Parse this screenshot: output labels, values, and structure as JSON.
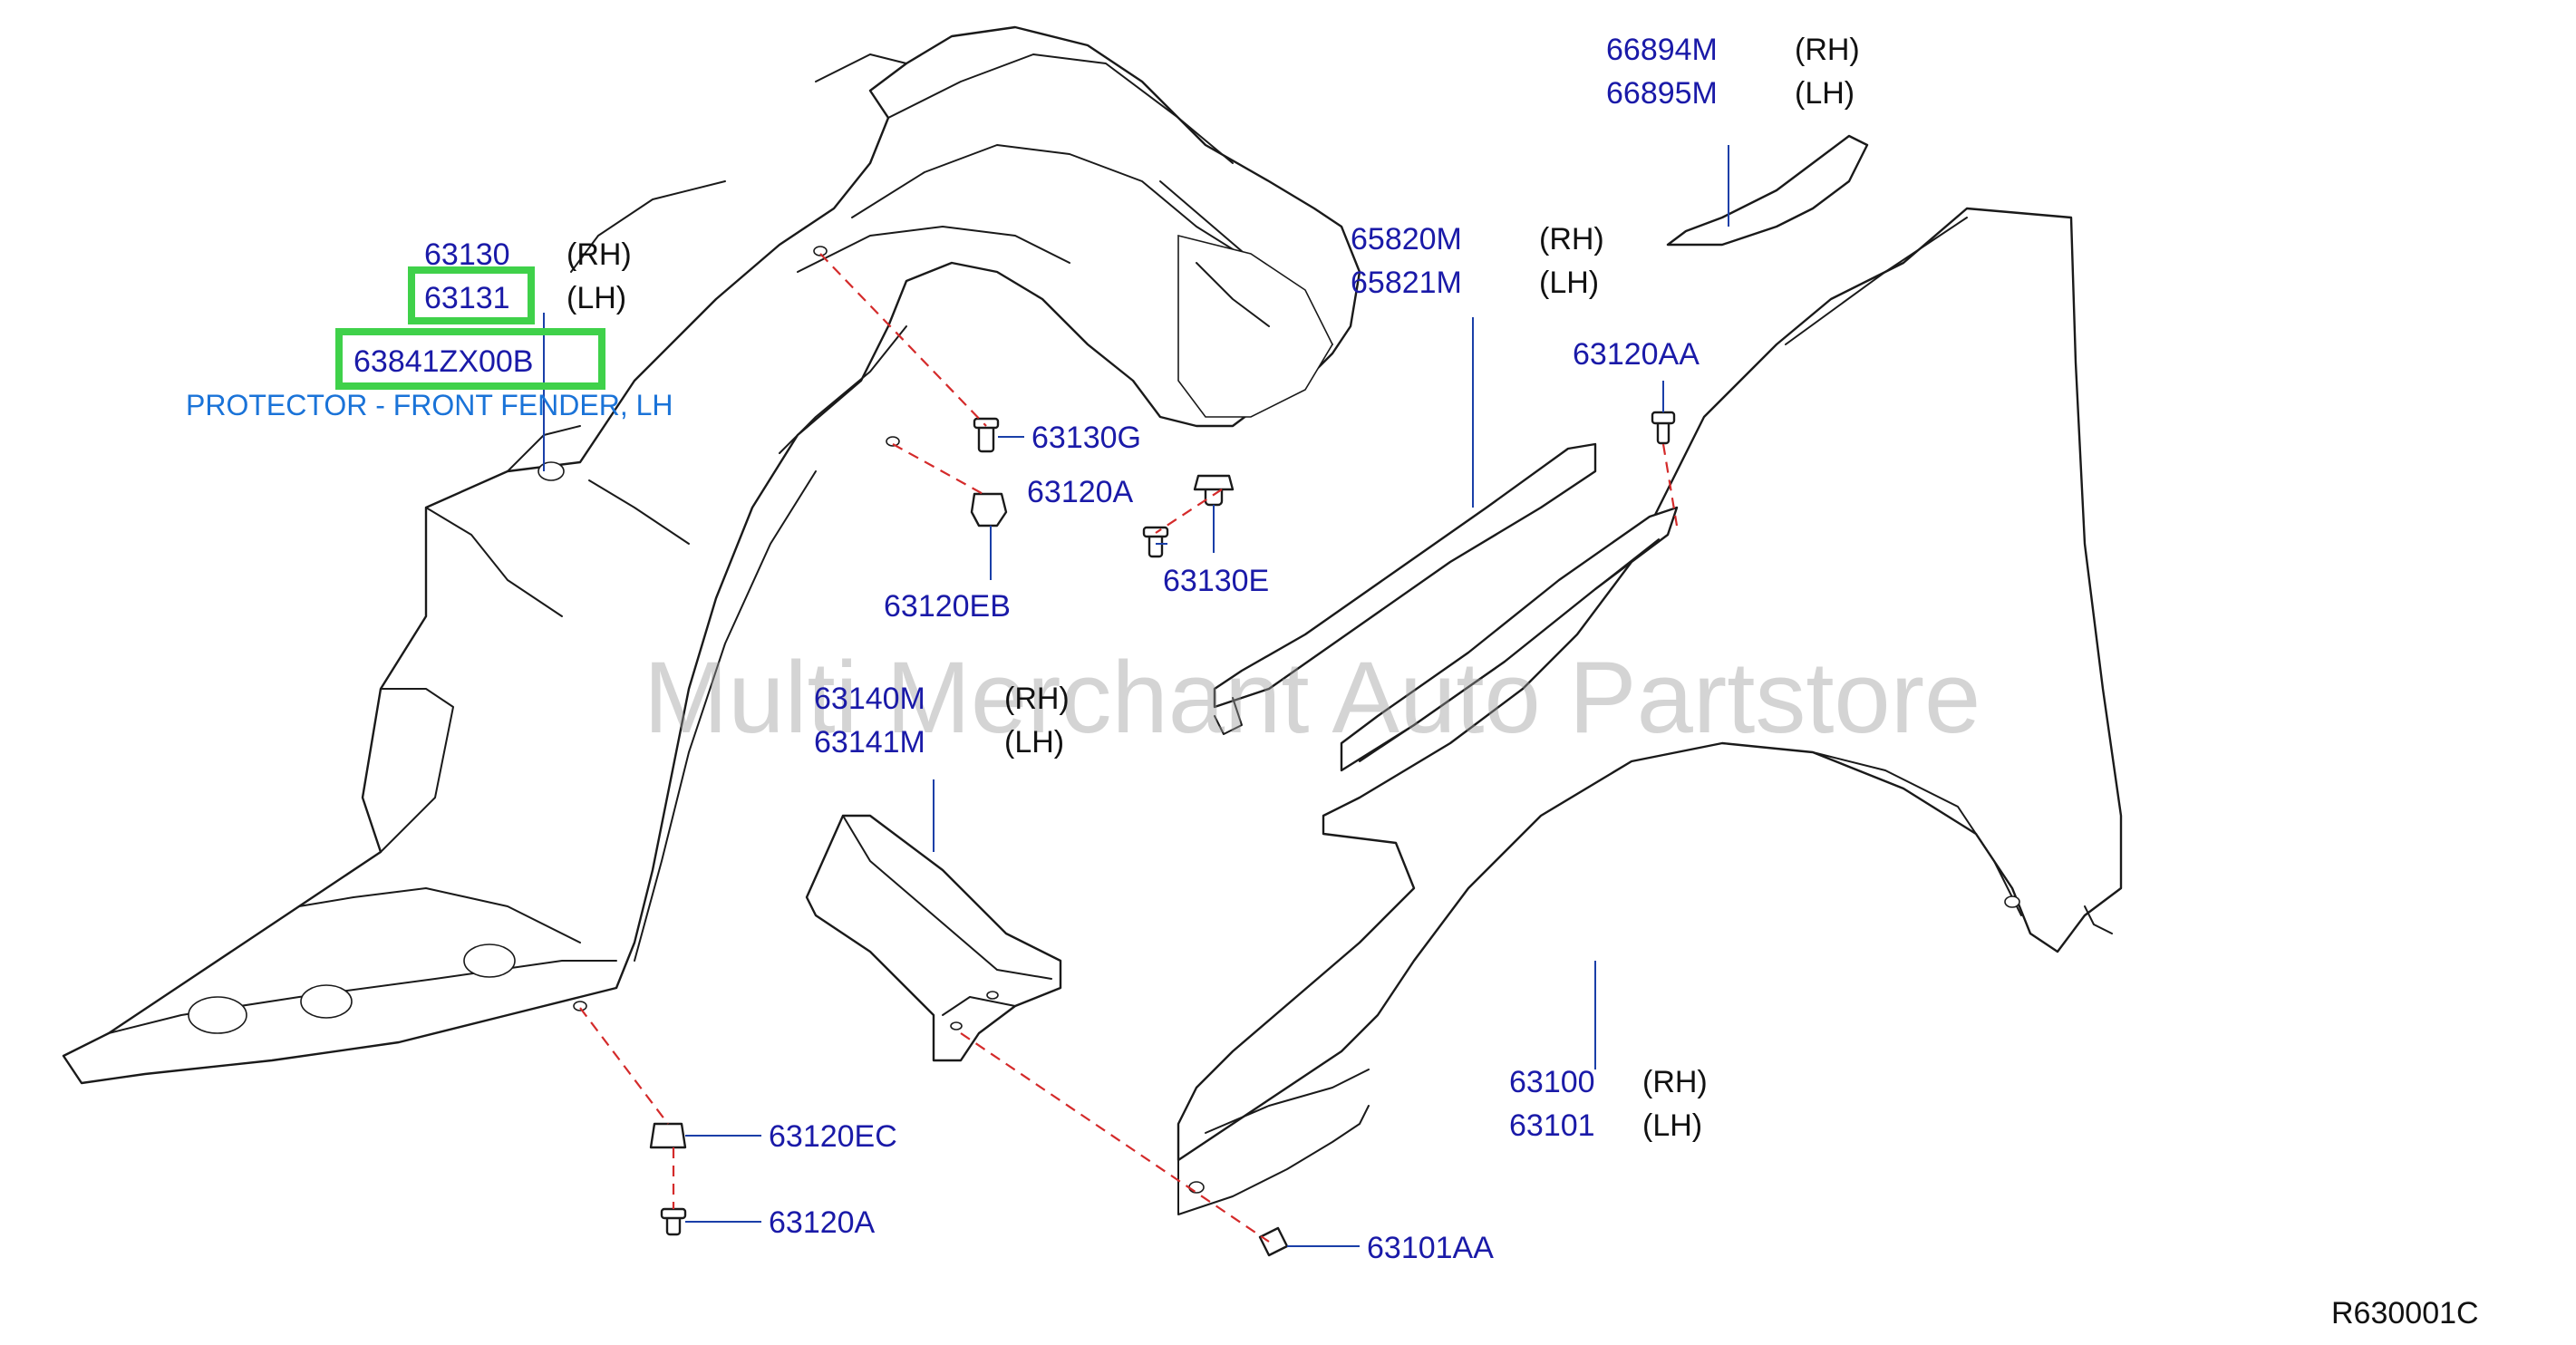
{
  "diagram": {
    "watermark": "Multi Merchant Auto Partstore",
    "reference_code": "R630001C",
    "highlight_color": "#3fd14a",
    "part_number_color": "#1a1aa8",
    "description_color": "#1a73d8",
    "callouts": {
      "p63130": {
        "number": "63130",
        "side": "(RH)"
      },
      "p63131": {
        "number": "63131",
        "side": "(LH)"
      },
      "p63841": {
        "number": "63841ZX00B",
        "description": "PROTECTOR - FRONT FENDER, LH"
      },
      "p63130G": {
        "number": "63130G"
      },
      "p63120A_top": {
        "number": "63120A"
      },
      "p63130E": {
        "number": "63130E"
      },
      "p63120EB": {
        "number": "63120EB"
      },
      "p66894M": {
        "number": "66894M",
        "side": "(RH)"
      },
      "p66895M": {
        "number": "66895M",
        "side": "(LH)"
      },
      "p65820M": {
        "number": "65820M",
        "side": "(RH)"
      },
      "p65821M": {
        "number": "65821M",
        "side": "(LH)"
      },
      "p63120AA": {
        "number": "63120AA"
      },
      "p63140M": {
        "number": "63140M",
        "side": "(RH)"
      },
      "p63141M": {
        "number": "63141M",
        "side": "(LH)"
      },
      "p63100": {
        "number": "63100",
        "side": "(RH)"
      },
      "p63101": {
        "number": "63101",
        "side": "(LH)"
      },
      "p63120EC": {
        "number": "63120EC"
      },
      "p63120A_bottom": {
        "number": "63120A"
      },
      "p63101AA": {
        "number": "63101AA"
      }
    }
  }
}
